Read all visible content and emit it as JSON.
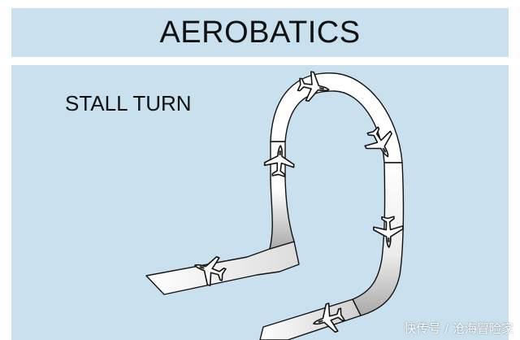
{
  "header": {
    "title": "AEROBATICS"
  },
  "diagram": {
    "subtitle": "STALL TURN"
  },
  "watermark": {
    "text": "快传号 / 沧海冒险家"
  },
  "colors": {
    "background": "#c9e0ef",
    "path_light": "#ffffff",
    "path_shadow": "#a9a9a9",
    "outline": "#111111"
  }
}
